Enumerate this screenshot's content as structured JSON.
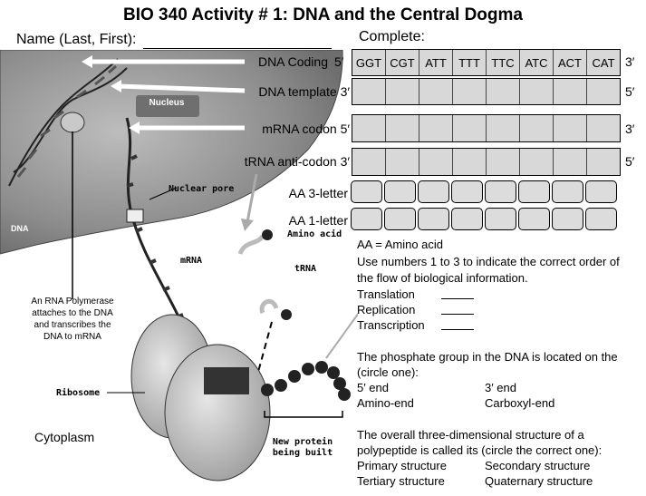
{
  "title": "BIO 340 Activity # 1: DNA and the Central Dogma",
  "name_label": "Name (Last, First):",
  "complete_label": "Complete:",
  "rows": {
    "dna_coding": {
      "label": "DNA Coding",
      "left_end": "5′",
      "right_end": "3′",
      "codons": [
        "GGT",
        "CGT",
        "ATT",
        "TTT",
        "TTC",
        "ATC",
        "ACT",
        "CAT"
      ]
    },
    "dna_template": {
      "label": "DNA template 3′",
      "right_end": "5′"
    },
    "mrna_codon": {
      "label": "mRNA codon 5′",
      "right_end": "3′"
    },
    "trna_anticodon": {
      "label": "tRNA anti-codon  3′",
      "right_end": "5′"
    },
    "aa3": {
      "label": "AA 3-letter"
    },
    "aa1": {
      "label": "AA 1-letter"
    }
  },
  "aa_note": "AA = Amino acid",
  "flow_question": {
    "prompt": "Use numbers 1 to 3 to indicate the correct order of the flow of biological information.",
    "items": [
      "Translation",
      "Replication",
      "Transcription"
    ]
  },
  "phosphate_question": {
    "prompt": "The phosphate group in the DNA is located on the (circle one):",
    "options": [
      "5′ end",
      "3′ end",
      "Amino-end",
      "Carboxyl-end"
    ]
  },
  "structure_question": {
    "prompt": "The overall three-dimensional structure of a polypeptide is called its (circle the correct one):",
    "options": [
      "Primary structure",
      "Secondary structure",
      "Tertiary structure",
      "Quaternary structure"
    ]
  },
  "diagram": {
    "nucleus": "Nucleus",
    "dna": "DNA",
    "nuclear_pore": "Nuclear pore",
    "amino_acid": "Amino acid",
    "mrna": "mRNA",
    "trna": "tRNA",
    "rna_polymerase_note": "An RNA Polymerase attaches to the DNA and transcribes the DNA to mRNA",
    "ribosome": "Ribosome",
    "new_protein": "New protein being built",
    "cytoplasm": "Cytoplasm"
  }
}
